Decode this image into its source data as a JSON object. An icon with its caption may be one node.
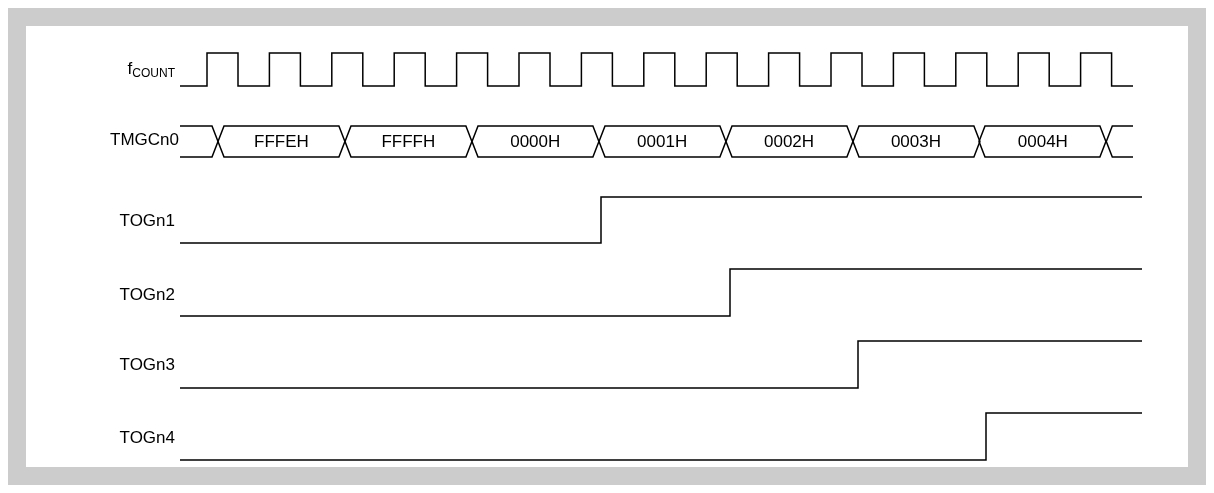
{
  "diagram": {
    "nodes": [
      {
        "text": [
          "FFFEH"
        ]
      },
      {
        "text": [
          "FFFFH"
        ]
      },
      {
        "text": [
          "0000H"
        ]
      },
      {
        "text": [
          "0001H"
        ]
      },
      {
        "text": [
          "0002H"
        ]
      },
      {
        "text": [
          "0003H"
        ]
      },
      {
        "text": [
          "0004H"
        ]
      }
    ],
    "labels": [
      "f$_{COUNT}$",
      "TMGCn0",
      "TOGn1",
      "TOGn2",
      "TOGn3",
      "TOGn4"
    ]
  }
}
